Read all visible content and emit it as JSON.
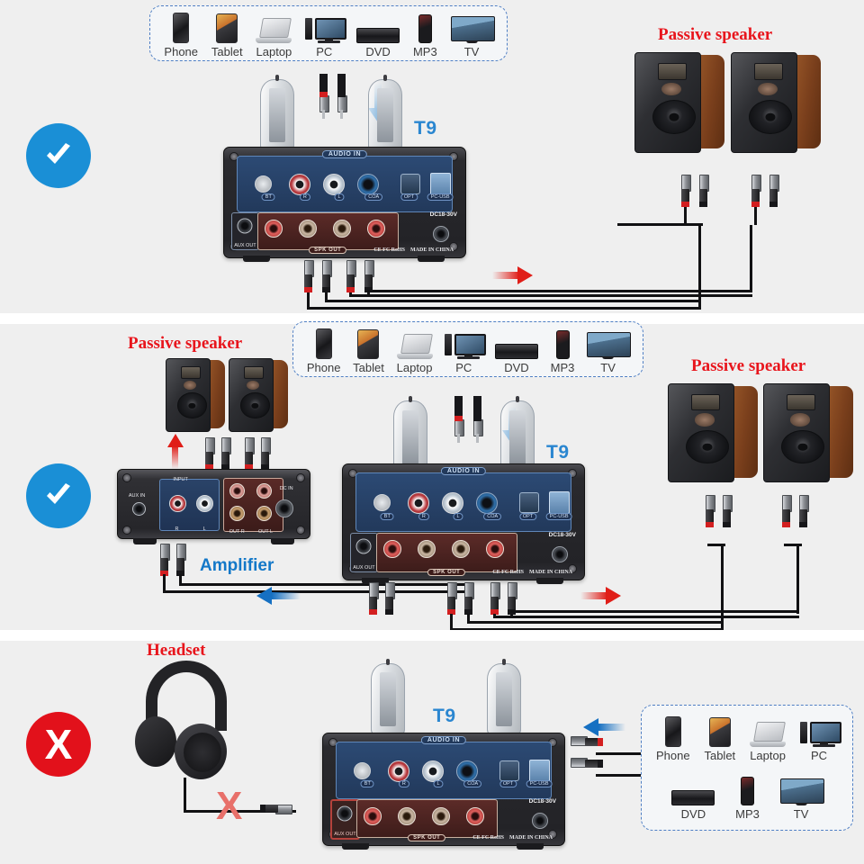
{
  "page": {
    "background": "#efefef",
    "accent_blue": "#1a8fd6",
    "accent_red": "#e2111b",
    "label_red": "#e8151c",
    "label_blue": "#1378c8"
  },
  "sources": {
    "devices_row1": [
      {
        "name": "Phone",
        "icon": "phone-icon"
      },
      {
        "name": "Tablet",
        "icon": "tablet-icon"
      },
      {
        "name": "Laptop",
        "icon": "laptop-icon"
      },
      {
        "name": "PC",
        "icon": "pc-icon"
      },
      {
        "name": "DVD",
        "icon": "dvd-icon"
      },
      {
        "name": "MP3",
        "icon": "mp3-icon"
      },
      {
        "name": "TV",
        "icon": "tv-icon"
      }
    ],
    "panel3_row1": [
      {
        "name": "Phone",
        "icon": "phone-icon"
      },
      {
        "name": "Tablet",
        "icon": "tablet-icon"
      },
      {
        "name": "Laptop",
        "icon": "laptop-icon"
      },
      {
        "name": "PC",
        "icon": "pc-icon"
      }
    ],
    "panel3_row2": [
      {
        "name": "DVD",
        "icon": "dvd-icon"
      },
      {
        "name": "MP3",
        "icon": "mp3-icon"
      },
      {
        "name": "TV",
        "icon": "tv-icon"
      }
    ]
  },
  "t9": {
    "model_label": "T9",
    "audio_in_label": "AUDIO IN",
    "input_jacks": [
      "BT",
      "R",
      "L",
      "COA",
      "OPT",
      "PC-USB"
    ],
    "aux_out_label": "AUX OUT",
    "spk_out_label": "SPK OUT",
    "dc_label": "DC18-30V",
    "cert_label": "CE FC RoHS",
    "origin_label": "MADE IN CHINA"
  },
  "amplifier": {
    "title": "Amplifier",
    "input_label": "INPUT",
    "input_jacks": [
      "R",
      "L"
    ],
    "output_jacks": [
      "OUT R",
      "OUT L"
    ],
    "aux_in_label": "AUX IN",
    "dc_in_label": "DC IN"
  },
  "panels": [
    {
      "id": "panel-1",
      "status": "ok",
      "status_icon": "blue-check-icon",
      "speaker_label": "Passive speaker",
      "arrows": [
        {
          "name": "source-to-t9-arrow",
          "direction": "down",
          "color": "#1f86d8"
        },
        {
          "name": "t9-to-speaker-arrow",
          "direction": "right",
          "color": "#e01e18"
        }
      ]
    },
    {
      "id": "panel-2",
      "status": "ok",
      "status_icon": "blue-check-icon",
      "speaker_label_left": "Passive speaker",
      "speaker_label_right": "Passive speaker",
      "amplifier_label": "Amplifier",
      "arrows": [
        {
          "name": "source-to-t9-arrow",
          "direction": "down",
          "color": "#1f86d8"
        },
        {
          "name": "t9-to-amplifier-arrow",
          "direction": "left",
          "color": "#1670c2"
        },
        {
          "name": "t9-to-speaker-arrow",
          "direction": "right",
          "color": "#e01e18"
        },
        {
          "name": "amplifier-to-speaker-arrow",
          "direction": "up",
          "color": "#e01e18"
        }
      ]
    },
    {
      "id": "panel-3",
      "status": "bad",
      "status_icon": "red-x-icon",
      "status_glyph": "X",
      "headset_label": "Headset",
      "forbidden_glyph": "X",
      "arrows": [
        {
          "name": "source-to-t9-arrow",
          "direction": "left",
          "color": "#1f86d8"
        }
      ]
    }
  ]
}
